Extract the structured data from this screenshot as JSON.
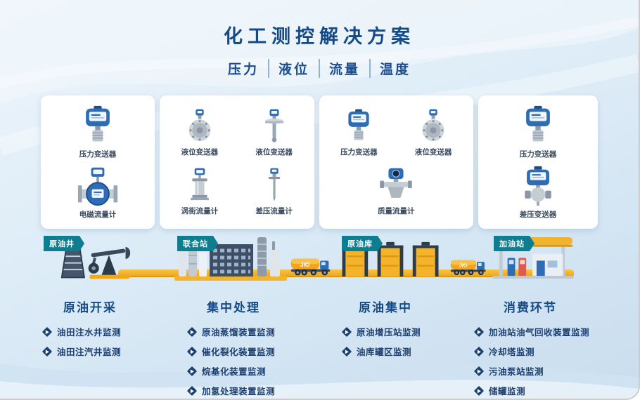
{
  "header": {
    "title": "化工测控解决方案",
    "subtitle": [
      "压力",
      "液位",
      "流量",
      "温度"
    ]
  },
  "cards": [
    {
      "items": [
        {
          "label": "压力变送器",
          "icon": "pressure-transmitter"
        },
        {
          "label": "电磁流量计",
          "icon": "electromagnetic-flowmeter"
        }
      ]
    },
    {
      "items": [
        {
          "label": "液位变送器",
          "icon": "level-transmitter-flange"
        },
        {
          "label": "液位变送器",
          "icon": "level-transmitter-probe"
        },
        {
          "label": "涡街流量计",
          "icon": "vortex-flowmeter"
        },
        {
          "label": "差压流量计",
          "icon": "differential-pressure-flowmeter"
        }
      ]
    },
    {
      "items": [
        {
          "label": "压力变送器",
          "icon": "pressure-transmitter"
        },
        {
          "label": "液位变送器",
          "icon": "level-transmitter-flange"
        },
        {
          "label": "质量流量计",
          "icon": "mass-flowmeter"
        }
      ]
    },
    {
      "items": [
        {
          "label": "压力变送器",
          "icon": "pressure-transmitter"
        },
        {
          "label": "差压变送器",
          "icon": "differential-pressure-transmitter"
        }
      ]
    }
  ],
  "flow": {
    "truck_label": "JIO",
    "stages": [
      {
        "badge": "原油井",
        "title": "原油开采",
        "bullets": [
          "油田注水井监测",
          "油田注汽井监测"
        ]
      },
      {
        "badge": "联合站",
        "title": "集中处理",
        "bullets": [
          "原油蒸馏装置监测",
          "催化裂化装置监测",
          "烷基化装置监测",
          "加氢处理装置监测"
        ]
      },
      {
        "badge": "原油库",
        "title": "原油集中",
        "bullets": [
          "原油增压站监测",
          "油库罐区监测"
        ]
      },
      {
        "badge": "加油站",
        "title": "消费环节",
        "bullets": [
          "加油站油气回收装置监测",
          "冷却塔监测",
          "污油泵站监测",
          "储罐监测"
        ]
      }
    ]
  },
  "colors": {
    "title_navy": "#164a85",
    "badge_teal": "#0e7d90",
    "pipeline_yellow": "#f0a81c",
    "instrument_blue": "#2e6cb5",
    "bullet_text": "#1c3e6e"
  }
}
